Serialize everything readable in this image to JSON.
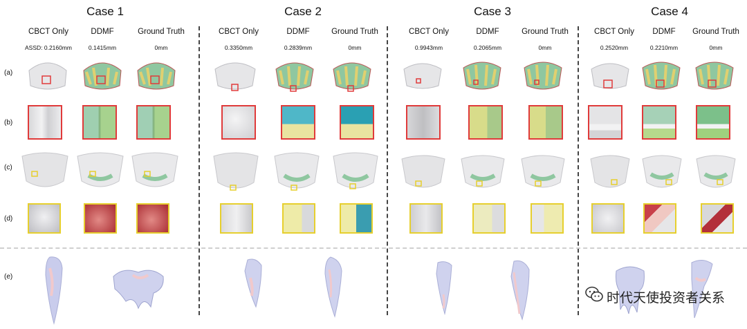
{
  "cases": [
    {
      "title": "Case 1",
      "cols": [
        "CBCT Only",
        "DDMF",
        "Ground Truth"
      ],
      "assd": [
        "ASSD: 0.2160mm",
        "0.1415mm",
        "0mm"
      ]
    },
    {
      "title": "Case 2",
      "cols": [
        "CBCT Only",
        "DDMF",
        "Ground Truth"
      ],
      "assd": [
        "0.3350mm",
        "0.2839mm",
        "0mm"
      ]
    },
    {
      "title": "Case 3",
      "cols": [
        "CBCT Only",
        "DDMF",
        "Ground Truth"
      ],
      "assd": [
        "0.9943mm",
        "0.2065mm",
        "0mm"
      ]
    },
    {
      "title": "Case 4",
      "cols": [
        "CBCT Only",
        "DDMF",
        "Ground Truth"
      ],
      "assd": [
        "0.2520mm",
        "0.2210mm",
        "0mm"
      ]
    }
  ],
  "row_labels": [
    "(a)",
    "(b)",
    "(c)",
    "(d)",
    "(e)"
  ],
  "watermark": "时代天使投资者关系",
  "colors": {
    "red_box": "#e03a3a",
    "yellow_box": "#e6cf2d",
    "teeth_white": "#e9e9eb",
    "tooth_blue": "#c9ccec",
    "tooth_pink": "#f1c9cc"
  }
}
